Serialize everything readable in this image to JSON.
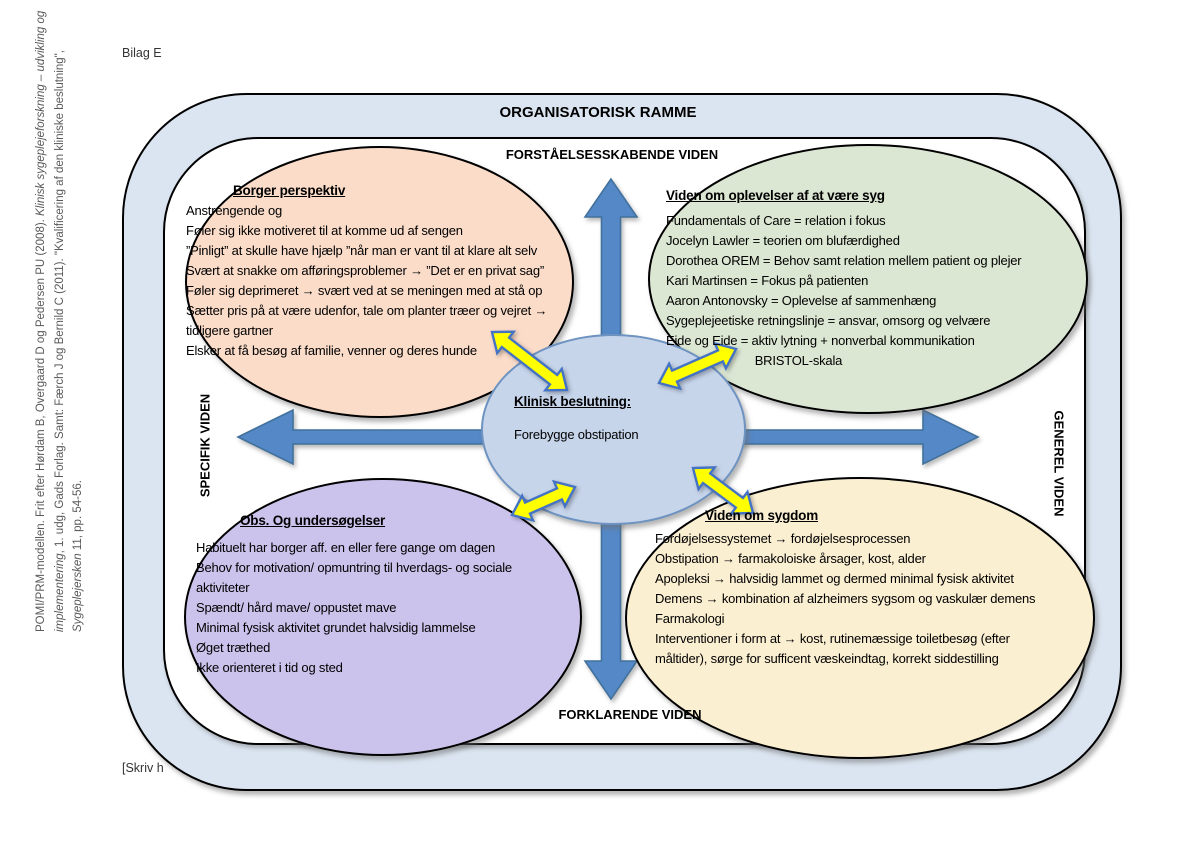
{
  "page": {
    "heading": "Bilag E",
    "footer_placeholder": "[Skriv h"
  },
  "citation": {
    "l1_normal": "POMI/PRM-modellen. Frit efter Hørdam B, Overgaard D og Pedersen PU (2008). ",
    "l1_italic": "Klinisk sygeplejeforskning – udvikling og",
    "l2_italic": "implementering",
    "l2_normal": ", 1. udg, Gads Forlag. Samt: Færch J og Bernild C (2011). \"Kvalificering af den kliniske beslutning\",",
    "l3_italic": "Sygeplejersken",
    "l3_normal": " 11, pp. 54-56."
  },
  "frame": {
    "title": "ORGANISATORISK RAMME"
  },
  "axis_labels": {
    "top": "FORSTÅELSESSKABENDE VIDEN",
    "bottom": "FORKLARENDE VIDEN",
    "left": "SPECIFIK VIDEN",
    "right": "GENEREL VIDEN"
  },
  "ellipses": {
    "borger": {
      "title": "Borger perspektiv",
      "lines": [
        "Anstrengende og",
        "Føler sig ikke motiveret til at komme ud af sengen",
        "”Pinligt” at skulle have hjælp ”når man er vant til at klare alt selv",
        "Svært at snakke om afføringsproblemer → ”Det er en privat sag”",
        "Føler sig deprimeret → svært ved at se meningen med at stå op",
        "Sætter pris på at være udenfor, tale om planter træer og vejret →",
        "tidligere gartner",
        "Elsker at få besøg af familie, venner og deres hunde"
      ]
    },
    "oplevelser": {
      "title": "Viden om oplevelser af at være syg",
      "lines": [
        "Fundamentals of Care = relation i fokus",
        "Jocelyn Lawler = teorien om blufærdighed",
        "Dorothea OREM = Behov samt relation mellem patient og plejer",
        "Kari Martinsen = Fokus på patienten",
        "Aaron Antonovsky = Oplevelse af sammenhæng",
        "Sygeplejeetiske retningslinje = ansvar, omsorg og velvære",
        "Eide og Eide = aktiv lytning + nonverbal kommunikation",
        "                          BRISTOL-skala"
      ]
    },
    "center": {
      "title": "Klinisk beslutning:",
      "body": "Forebygge obstipation"
    },
    "obs": {
      "title": "Obs. Og undersøgelser",
      "lines": [
        "Habituelt har borger aff. en eller fere gange om dagen",
        "Behov for motivation/ opmuntring til hverdags- og sociale",
        "aktiviteter",
        "Spændt/ hård mave/ oppustet mave",
        "Minimal fysisk aktivitet grundet halvsidig lammelse",
        "Øget træthed",
        "Ikke orienteret i tid og sted"
      ]
    },
    "sygdom": {
      "title": "Viden om sygdom",
      "lines": [
        "Fordøjelsessystemet → fordøjelsesprocessen",
        "Obstipation → farmakoloiske årsager, kost, alder",
        "Apopleksi → halvsidig lammet og dermed minimal fysisk aktivitet",
        "Demens → kombination af alzheimers sygsom og vaskulær demens",
        "Farmakologi",
        "Interventioner i form at → kost, rutinemæssige toiletbesøg (efter",
        "måltider), sørge for sufficent væskeindtag, korrekt siddestilling"
      ]
    }
  },
  "colors": {
    "frame_band": "#DBE5F1",
    "ellipse_borger": "#FBDCC9",
    "ellipse_oplevelser": "#DCE7D3",
    "ellipse_center_fill": "#C7D5EB",
    "ellipse_center_border": "#6E93C0",
    "ellipse_obs": "#CCC3EC",
    "ellipse_sygdom": "#FBEFD2",
    "arrow_blue_fill": "#5588C7",
    "arrow_blue_border": "#41719C",
    "arrow_yellow_fill": "#FFFF00",
    "arrow_yellow_border": "#4472C4"
  }
}
